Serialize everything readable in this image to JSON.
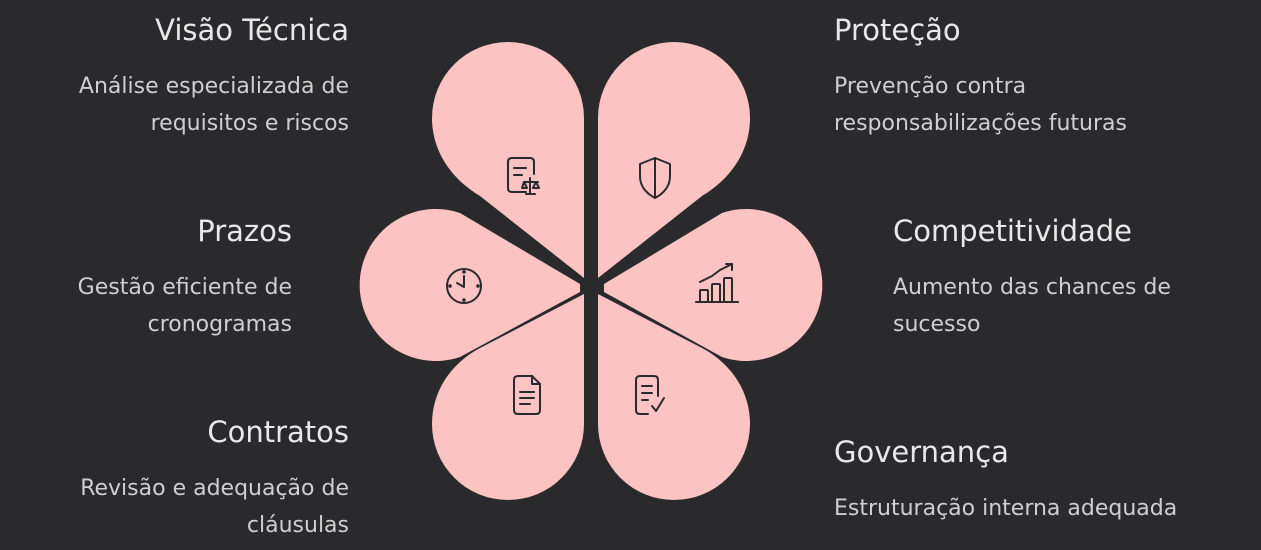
{
  "colors": {
    "background": "#2a2a2c",
    "petal": "#fbc3c1",
    "icon_stroke": "#2a2a2c"
  },
  "left": [
    {
      "title": "Visão Técnica",
      "desc": [
        "Análise especializada de",
        "requisitos e riscos"
      ],
      "icon": "document-scale-icon"
    },
    {
      "title": "Prazos",
      "desc": [
        "Gestão eficiente de",
        "cronogramas"
      ],
      "icon": "clock-icon"
    },
    {
      "title": "Contratos",
      "desc": [
        "Revisão e adequação de",
        "cláusulas"
      ],
      "icon": "document-icon"
    }
  ],
  "right": [
    {
      "title": "Proteção",
      "desc": [
        "Prevenção contra",
        "responsabilizações futuras"
      ],
      "icon": "shield-icon"
    },
    {
      "title": "Competitividade",
      "desc": [
        "Aumento das chances de",
        "sucesso"
      ],
      "icon": "growth-chart-icon"
    },
    {
      "title": "Governança",
      "desc": [
        "Estruturação interna adequada"
      ],
      "icon": "checklist-icon"
    }
  ]
}
